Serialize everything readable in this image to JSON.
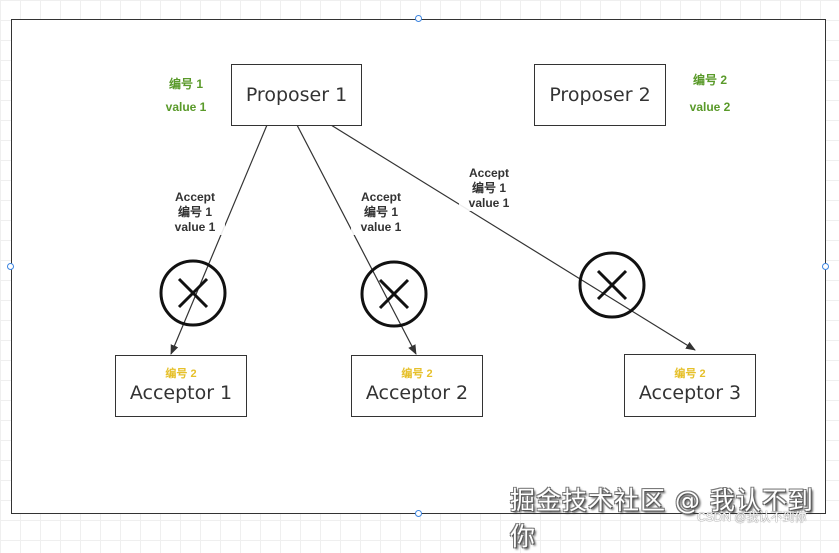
{
  "diagram": {
    "title": "Paxos Accept phase rejected by acceptors",
    "proposers": [
      {
        "id": "p1",
        "label": "Proposer 1",
        "number_label": "编号 1",
        "value_label": "value 1"
      },
      {
        "id": "p2",
        "label": "Proposer 2",
        "number_label": "编号 2",
        "value_label": "value 2"
      }
    ],
    "acceptors": [
      {
        "id": "a1",
        "label": "Acceptor 1",
        "promised_label": "编号 2"
      },
      {
        "id": "a2",
        "label": "Acceptor 2",
        "promised_label": "编号 2"
      },
      {
        "id": "a3",
        "label": "Acceptor 3",
        "promised_label": "编号 2"
      }
    ],
    "messages": [
      {
        "from": "p1",
        "to": "a1",
        "lines": [
          "Accept",
          "编号 1",
          "value 1"
        ],
        "rejected": true
      },
      {
        "from": "p1",
        "to": "a2",
        "lines": [
          "Accept",
          "编号 1",
          "value 1"
        ],
        "rejected": true
      },
      {
        "from": "p1",
        "to": "a3",
        "lines": [
          "Accept",
          "编号 1",
          "value 1"
        ],
        "rejected": true
      }
    ],
    "colors": {
      "proposal_label": "#5a9a2a",
      "promised_label": "#e6c02a",
      "stroke": "#333333",
      "selection_handle": "#3d85e0"
    }
  },
  "watermark": {
    "main": "掘金技术社区 @ 我认不到你",
    "small": "CSDN @我认不到你"
  }
}
